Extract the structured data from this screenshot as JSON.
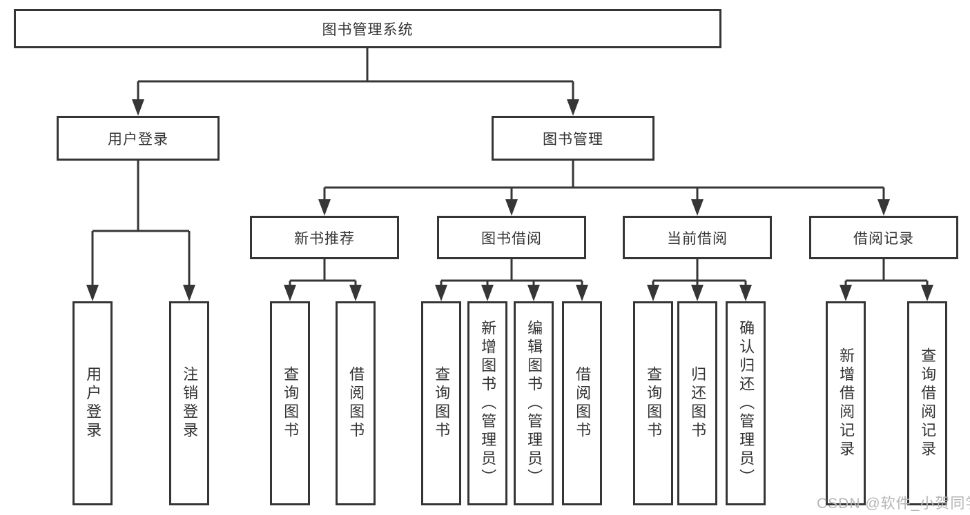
{
  "diagram": {
    "title": "图书管理系统",
    "level2": {
      "user_login": "用户登录",
      "book_management": "图书管理"
    },
    "level3": {
      "new_book_recommend": "新书推荐",
      "book_borrow": "图书借阅",
      "current_borrow": "当前借阅",
      "borrow_records": "借阅记录"
    },
    "leaves": {
      "user": [
        "用户登录",
        "注销登录"
      ],
      "recommend": [
        "查询图书",
        "借阅图书"
      ],
      "borrow": [
        "查询图书",
        "新增图书（管理员）",
        "编辑图书（管理员）",
        "借阅图书"
      ],
      "current": [
        "查询图书",
        "归还图书",
        "确认归还（管理员）"
      ],
      "records": [
        "新增借阅记录",
        "查询借阅记录"
      ]
    },
    "colors": {
      "line": "#363636",
      "border": "#353535",
      "text": "#333333",
      "watermark_text": "#b6b6b6",
      "background": "#ffffff"
    }
  },
  "watermark": "CSDN @软件_小贺同学"
}
